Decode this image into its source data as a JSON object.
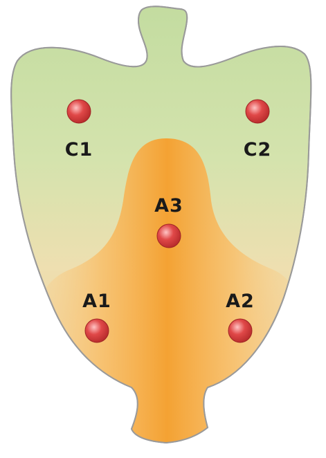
{
  "diagram": {
    "points": [
      {
        "id": "C1",
        "label": "C1"
      },
      {
        "id": "C2",
        "label": "C2"
      },
      {
        "id": "A3",
        "label": "A3"
      },
      {
        "id": "A1",
        "label": "A1"
      },
      {
        "id": "A2",
        "label": "A2"
      }
    ]
  },
  "colors": {
    "outer_region_top": "#c9dfa6",
    "outer_region_mid": "#e2e8b4",
    "outer_region_bottom": "#f5c98a",
    "inner_region_center": "#f5a63d",
    "inner_region_edge": "#f8c277",
    "outline": "#8c8c8c",
    "point_fill": "#d93d3d",
    "point_highlight": "#ffb3b3"
  }
}
